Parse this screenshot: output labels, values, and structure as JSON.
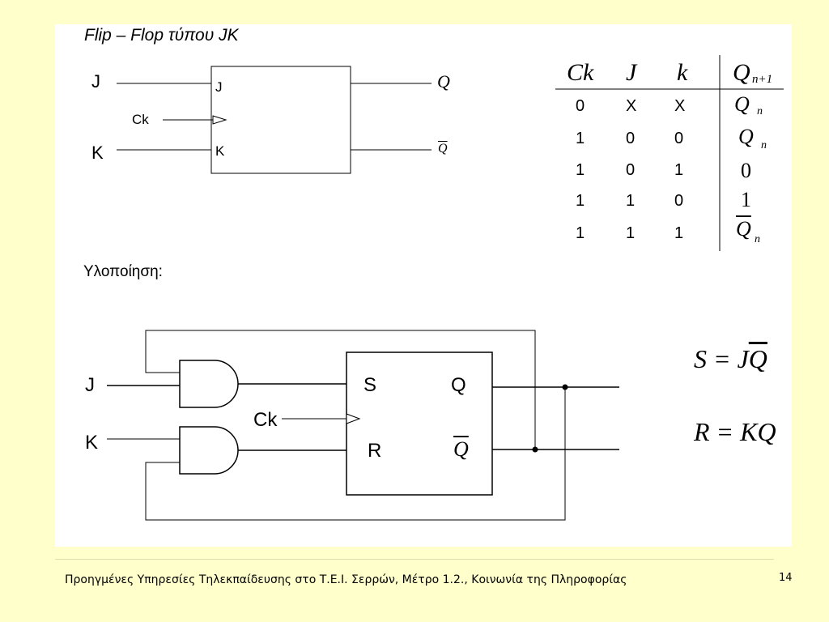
{
  "slide": {
    "title": "Flip – Flop τύπου JK",
    "implementation_label": "Υλοποίηση:",
    "footer": "Προηγμένες Υπηρεσίες Τηλεκπαίδευσης στο Τ.Ε.Ι. Σερρών, Μέτρο 1.2., Κοινωνία της Πληροφορίας",
    "page_number": "14"
  },
  "block_diagram": {
    "input_j": "J",
    "input_k": "K",
    "input_ck": "Ck",
    "pin_j": "J",
    "pin_k": "K",
    "out_q": "Q",
    "out_qbar": "Q"
  },
  "truth_table": {
    "headers": [
      "Ck",
      "J",
      "k",
      "Q",
      "n+1"
    ],
    "rows": [
      {
        "ck": "0",
        "j": "X",
        "k": "X",
        "q": "Q",
        "sub": "n",
        "bar": false
      },
      {
        "ck": "1",
        "j": "0",
        "k": "0",
        "q": "Q",
        "sub": "n",
        "bar": false
      },
      {
        "ck": "1",
        "j": "0",
        "k": "1",
        "q": "0",
        "sub": "",
        "bar": false
      },
      {
        "ck": "1",
        "j": "1",
        "k": "0",
        "q": "1",
        "sub": "",
        "bar": false
      },
      {
        "ck": "1",
        "j": "1",
        "k": "1",
        "q": "Q",
        "sub": "n",
        "bar": true
      }
    ]
  },
  "circuit": {
    "input_j": "J",
    "input_k": "K",
    "input_ck": "Ck",
    "pin_s": "S",
    "pin_r": "R",
    "out_q": "Q",
    "out_qbar": "Q"
  },
  "equations": {
    "s_lhs": "S = J",
    "s_bar": "Q",
    "r_eq": "R = KQ"
  }
}
